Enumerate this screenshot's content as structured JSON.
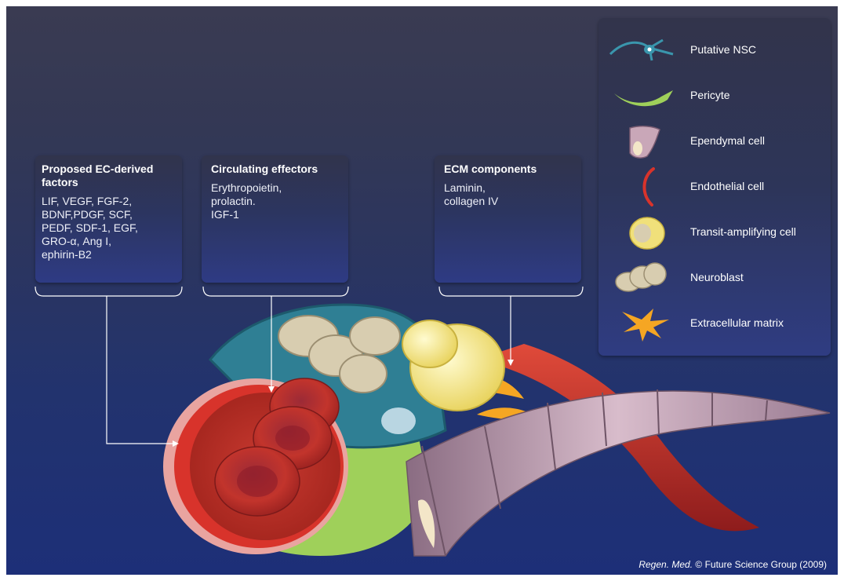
{
  "boxes": {
    "ec_factors": {
      "title": "Proposed EC-derived\nfactors",
      "body": "LIF, VEGF, FGF-2,\nBDNF,PDGF, SCF,\nPEDF, SDF-1, EGF,\nGRO-α, Ang I,\nephirin-B2"
    },
    "circulating": {
      "title": "Circulating effectors",
      "body": "Erythropoietin,\nprolactin.\nIGF-1"
    },
    "ecm": {
      "title": "ECM components",
      "body": "Laminin,\ncollagen IV"
    }
  },
  "legend": {
    "items": [
      {
        "label": "Putative NSC",
        "icon": "putative-nsc-icon"
      },
      {
        "label": "Pericyte",
        "icon": "pericyte-icon"
      },
      {
        "label": "Ependymal cell",
        "icon": "ependymal-cell-icon"
      },
      {
        "label": "Endothelial cell",
        "icon": "endothelial-cell-icon"
      },
      {
        "label": "Transit-amplifying cell",
        "icon": "transit-amplifying-cell-icon"
      },
      {
        "label": "Neuroblast",
        "icon": "neuroblast-icon"
      },
      {
        "label": "Extracellular matrix",
        "icon": "extracellular-matrix-icon"
      }
    ]
  },
  "credit": {
    "journal": "Regen. Med.",
    "rest": " © Future Science Group (2009)"
  },
  "colors": {
    "background": "#22336e",
    "vessel_red": "#b8261f",
    "ependymal": "#c9a7b8",
    "nsc_teal": "#2f7f94",
    "pericyte_green": "#9fd05a",
    "transit_yellow": "#f0e07a",
    "neuroblast_beige": "#d8cdb0",
    "ecm_orange": "#f5a623"
  }
}
